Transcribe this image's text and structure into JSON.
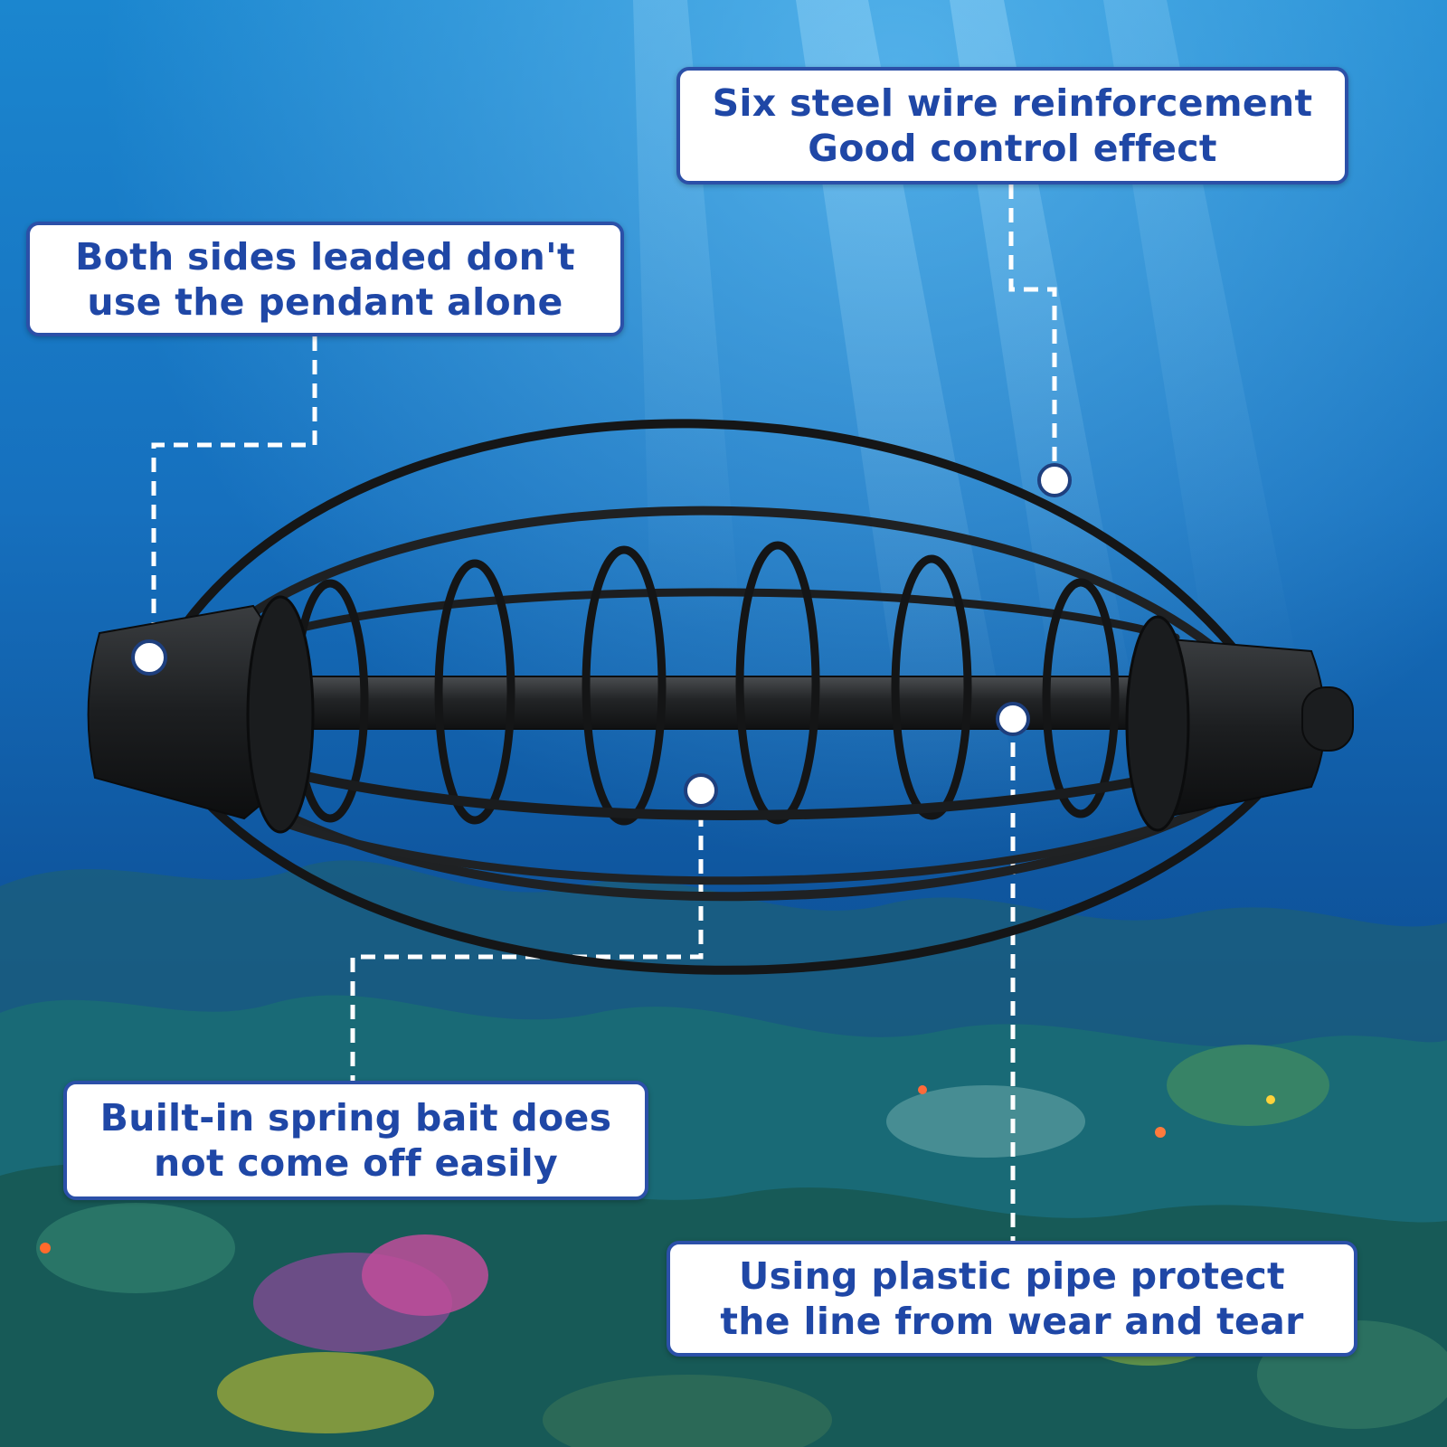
{
  "colors": {
    "label_text": "#1f47a6",
    "label_border": "#2b50a8",
    "label_background": "#ffffff",
    "water_top": "#1f8fd6",
    "water_deep": "#0a3f86",
    "feeder_wire": "#1a1c1e",
    "leader_line": "#ffffff"
  },
  "callouts": {
    "wire": {
      "line1": "Six steel wire reinforcement",
      "line2": "Good control effect"
    },
    "lead": {
      "line1": "Both sides leaded don't",
      "line2": "use the pendant alone"
    },
    "spring": {
      "line1": "Built-in spring bait does",
      "line2": "not come off easily"
    },
    "pipe": {
      "line1": "Using plastic pipe protect",
      "line2": "the line from wear and tear"
    }
  }
}
